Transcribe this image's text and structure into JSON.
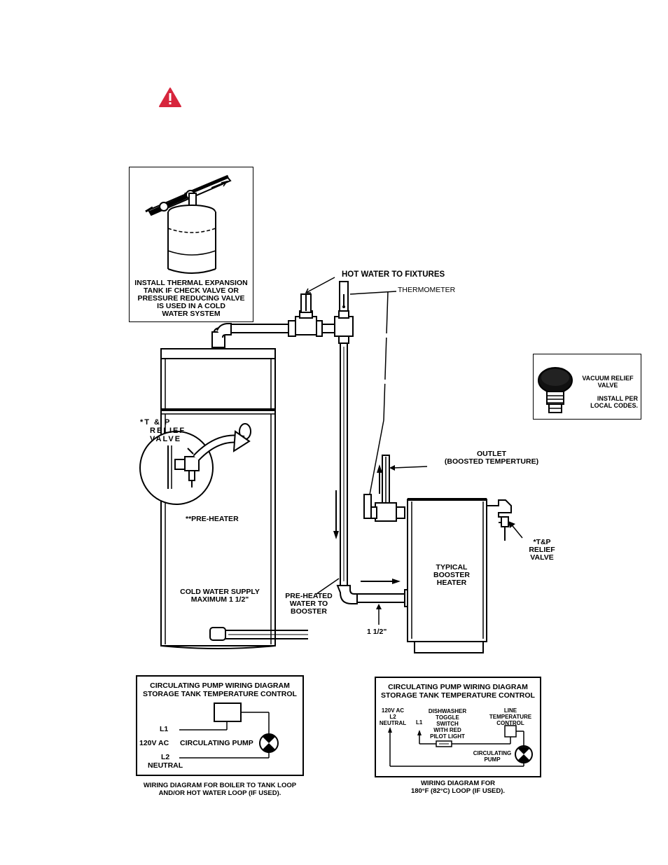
{
  "warning_icon": "warning-triangle-icon",
  "warning_color": "#d7263d",
  "expansion_tank": {
    "lines": [
      "INSTALL THERMAL EXPANSION",
      "TANK IF CHECK VALVE OR",
      "PRESSURE REDUCING VALVE",
      "IS USED IN A COLD",
      "WATER SYSTEM"
    ]
  },
  "labels": {
    "hot_water": "HOT WATER TO FIXTURES",
    "thermometer": "THERMOMETER",
    "tp_relief_left": [
      "*T & P",
      "RELIEF",
      "VALVE"
    ],
    "pre_heater": "**PRE-HEATER",
    "cold_supply": [
      "COLD WATER SUPPLY",
      "MAXIMUM 1 1/2\""
    ],
    "pre_heated": [
      "PRE-HEATED",
      "WATER TO",
      "BOOSTER"
    ],
    "size": "1 1/2\"",
    "outlet": [
      "OUTLET",
      "(BOOSTED TEMPERTURE)"
    ],
    "booster": [
      "TYPICAL",
      "BOOSTER",
      "HEATER"
    ],
    "tp_relief_right": [
      "*T&P",
      "RELIEF",
      "VALVE"
    ]
  },
  "vacuum_valve": {
    "title": [
      "VACUUM RELIEF",
      "VALVE"
    ],
    "note": [
      "INSTALL PER",
      "LOCAL CODES."
    ]
  },
  "wiring_left": {
    "title": [
      "CIRCULATING PUMP WIRING DIAGRAM",
      "STORAGE TANK TEMPERATURE CONTROL"
    ],
    "l1": "L1",
    "voltage": "120V AC",
    "pump": "CIRCULATING PUMP",
    "l2": "L2",
    "neutral": "NEUTRAL",
    "caption": [
      "WIRING DIAGRAM FOR BOILER TO TANK LOOP",
      "AND/OR HOT WATER LOOP (IF USED)."
    ]
  },
  "wiring_right": {
    "title": [
      "CIRCULATING PUMP WIRING DIAGRAM",
      "STORAGE TANK TEMPERATURE CONTROL"
    ],
    "supply": [
      "120V AC",
      "L2",
      "NEUTRAL"
    ],
    "l1": "L1",
    "switch": [
      "DISHWASHER",
      "TOGGLE",
      "SWITCH",
      "WITH RED",
      "PILOT LIGHT"
    ],
    "control": [
      "LINE",
      "TEMPERATURE",
      "CONTROL"
    ],
    "pump": [
      "CIRCULATING",
      "PUMP"
    ],
    "caption": [
      "WIRING DIAGRAM FOR",
      "180°F (82°C) LOOP (IF USED)."
    ]
  }
}
